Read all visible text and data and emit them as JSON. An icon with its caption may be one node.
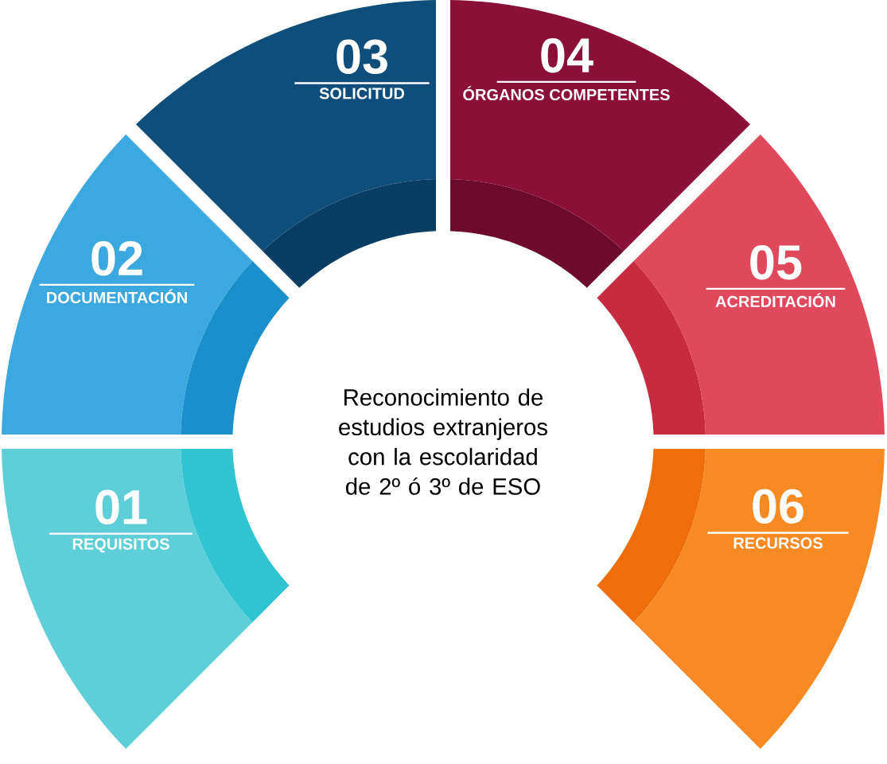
{
  "diagram": {
    "nodes": [
      {
        "text": [
          "01",
          "REQUISITOS"
        ]
      },
      {
        "text": [
          "02",
          "DOCUMENTACIÓN"
        ]
      },
      {
        "text": [
          "03",
          "SOLICITUD"
        ]
      },
      {
        "text": [
          "04",
          "ÓRGANOS COMPETENTES"
        ]
      },
      {
        "text": [
          "05",
          "ACREDITACIÓN"
        ]
      },
      {
        "text": [
          "06",
          "RECURSOS"
        ]
      },
      {
        "text": [
          "Reconocimiento de estudios extranjeros con la escolaridad de 2º ó 3º de ESO"
        ]
      }
    ]
  }
}
